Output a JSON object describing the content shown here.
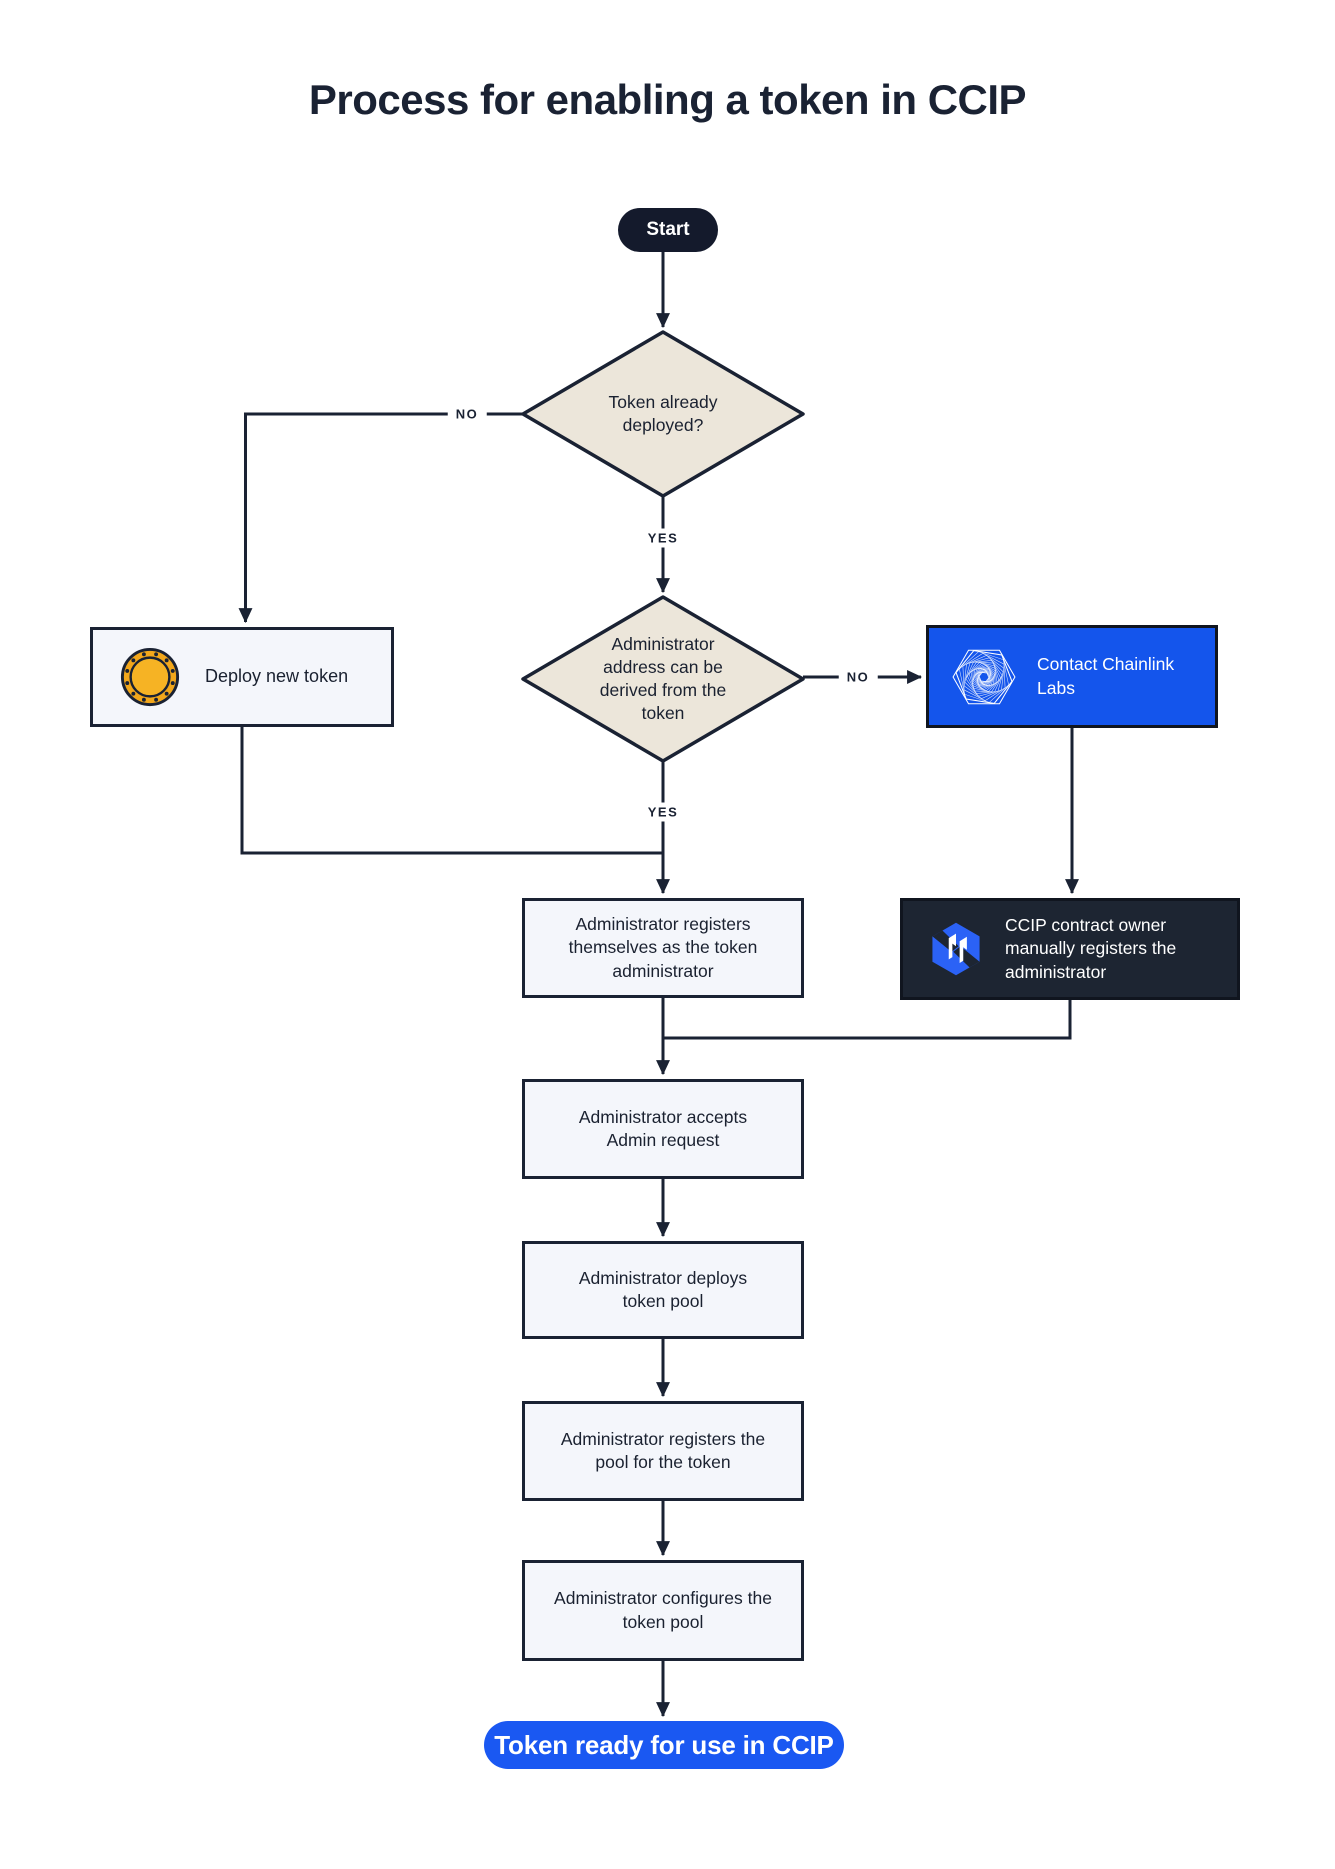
{
  "title": "Process for enabling a token in CCIP",
  "colors": {
    "navy": "#1A2233",
    "text": "#1A2130",
    "box_fill": "#F4F6FB",
    "diamond_fill": "#ECE6DA",
    "blue": "#1455EC",
    "pill_blue": "#1A58F2",
    "dark_box": "#1D2532",
    "dark_box_border": "#10151F",
    "start_fill": "#141A2C",
    "coin_gold": "#F2A71B",
    "coin_inner": "#F6B324",
    "white": "#FFFFFF"
  },
  "nodes": {
    "start": {
      "label": "Start",
      "type": "terminator"
    },
    "decision_token_deployed": {
      "label": "Token already deployed?",
      "type": "decision"
    },
    "deploy_new_token": {
      "label": "Deploy new token",
      "type": "process",
      "icon": "coin-icon"
    },
    "decision_admin_address": {
      "label": "Administrator address can be derived from the token",
      "type": "decision"
    },
    "contact_chainlink": {
      "label": "Contact Chainlink Labs",
      "type": "process",
      "icon": "chainlink-logo"
    },
    "admin_registers": {
      "label": "Administrator registers themselves as the token administrator",
      "type": "process"
    },
    "ccip_owner_registers": {
      "label": "CCIP contract owner manually registers the administrator",
      "type": "process",
      "icon": "ccip-logo"
    },
    "admin_accepts": {
      "label": "Administrator accepts Admin request",
      "type": "process"
    },
    "admin_deploys_pool": {
      "label": "Administrator deploys token pool",
      "type": "process"
    },
    "admin_registers_pool": {
      "label": "Administrator registers the pool for the token",
      "type": "process"
    },
    "admin_configures_pool": {
      "label": "Administrator configures the token pool",
      "type": "process"
    },
    "token_ready": {
      "label": "Token ready for use in CCIP",
      "type": "terminator"
    }
  },
  "edge_labels": {
    "no1": "NO",
    "yes1": "YES",
    "no2": "NO",
    "yes2": "YES"
  },
  "edges": [
    {
      "from": "start",
      "to": "decision_token_deployed",
      "label": ""
    },
    {
      "from": "decision_token_deployed",
      "to": "deploy_new_token",
      "label": "NO"
    },
    {
      "from": "decision_token_deployed",
      "to": "decision_admin_address",
      "label": "YES"
    },
    {
      "from": "decision_admin_address",
      "to": "contact_chainlink",
      "label": "NO"
    },
    {
      "from": "decision_admin_address",
      "to": "admin_registers",
      "label": "YES"
    },
    {
      "from": "deploy_new_token",
      "to": "admin_registers",
      "label": ""
    },
    {
      "from": "contact_chainlink",
      "to": "ccip_owner_registers",
      "label": ""
    },
    {
      "from": "ccip_owner_registers",
      "to": "admin_accepts",
      "label": ""
    },
    {
      "from": "admin_registers",
      "to": "admin_accepts",
      "label": ""
    },
    {
      "from": "admin_accepts",
      "to": "admin_deploys_pool",
      "label": ""
    },
    {
      "from": "admin_deploys_pool",
      "to": "admin_registers_pool",
      "label": ""
    },
    {
      "from": "admin_registers_pool",
      "to": "admin_configures_pool",
      "label": ""
    },
    {
      "from": "admin_configures_pool",
      "to": "token_ready",
      "label": ""
    }
  ]
}
